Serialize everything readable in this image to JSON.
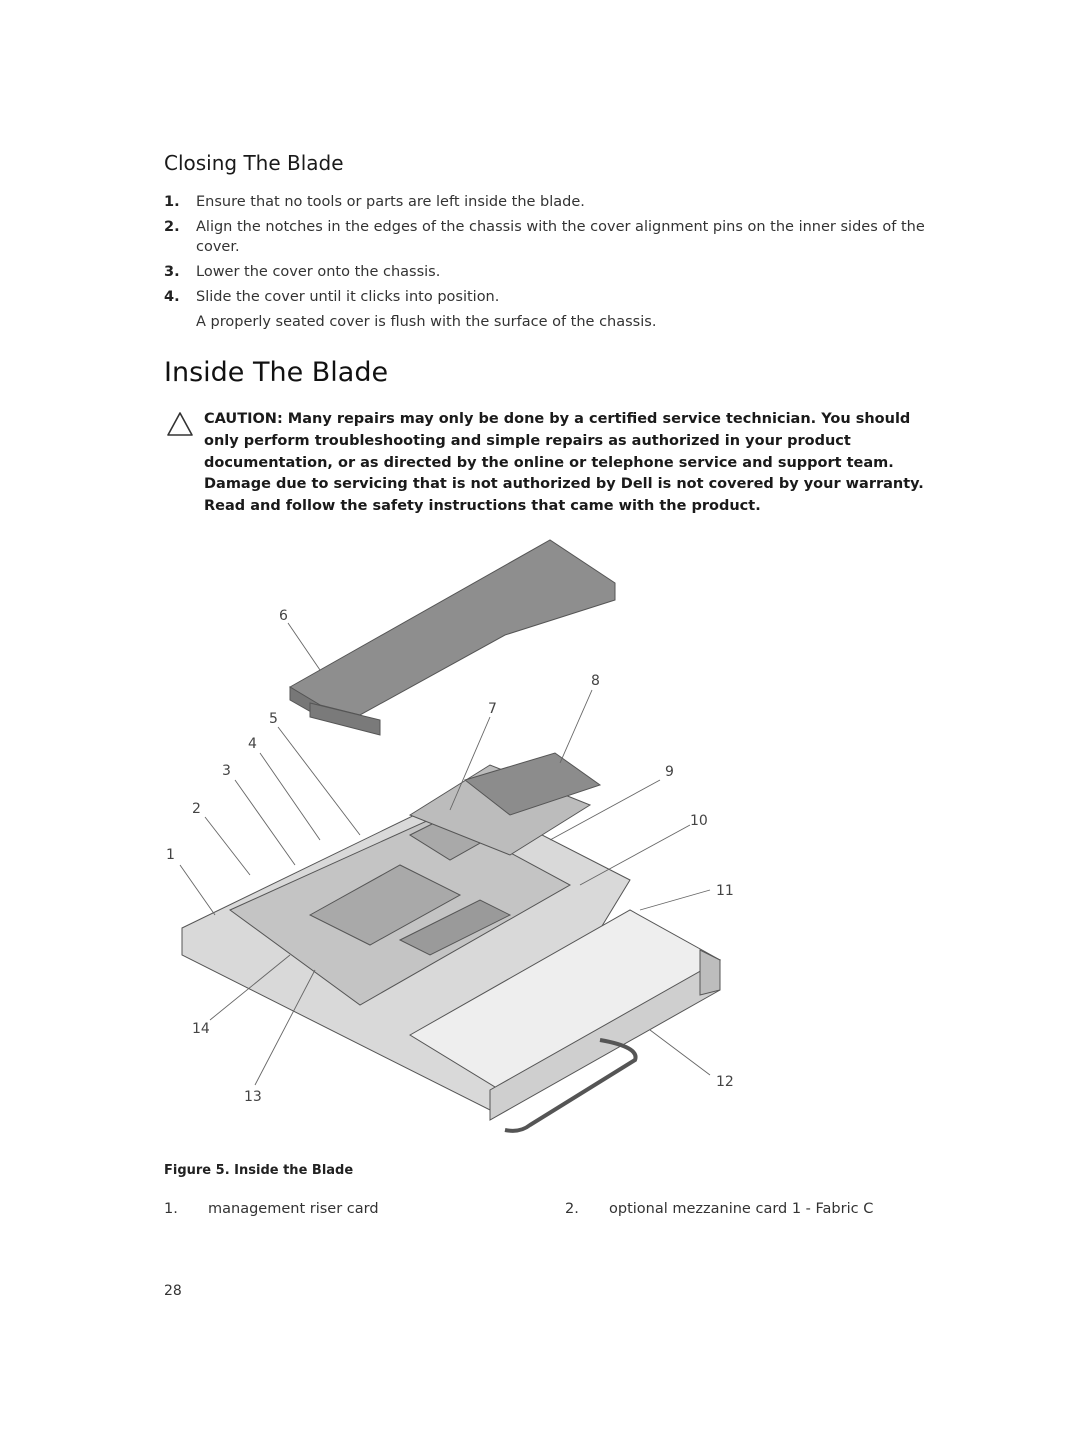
{
  "closing": {
    "heading": "Closing The Blade",
    "steps": [
      {
        "num": "1.",
        "text": "Ensure that no tools or parts are left inside the blade."
      },
      {
        "num": "2.",
        "text": "Align the notches in the edges of the chassis with the cover alignment pins on the inner sides of the cover."
      },
      {
        "num": "3.",
        "text": "Lower the cover onto the chassis."
      },
      {
        "num": "4.",
        "text": "Slide the cover until it clicks into position."
      }
    ],
    "result": "A properly seated cover is flush with the surface of the chassis."
  },
  "inside": {
    "heading": "Inside The Blade",
    "caution": "CAUTION: Many repairs may only be done by a certified service technician. You should only perform troubleshooting and simple repairs as authorized in your product documentation, or as directed by the online or telephone service and support team. Damage due to servicing that is not authorized by Dell is not covered by your warranty. Read and follow the safety instructions that came with the product."
  },
  "figure": {
    "callouts": [
      "1",
      "2",
      "3",
      "4",
      "5",
      "6",
      "7",
      "8",
      "9",
      "10",
      "11",
      "12",
      "13",
      "14"
    ],
    "caption": "Figure 5. Inside the Blade",
    "legend": [
      {
        "num": "1.",
        "label": "management riser card"
      },
      {
        "num": "2.",
        "label": "optional mezzanine card 1 - Fabric C"
      }
    ]
  },
  "page_number": "28"
}
